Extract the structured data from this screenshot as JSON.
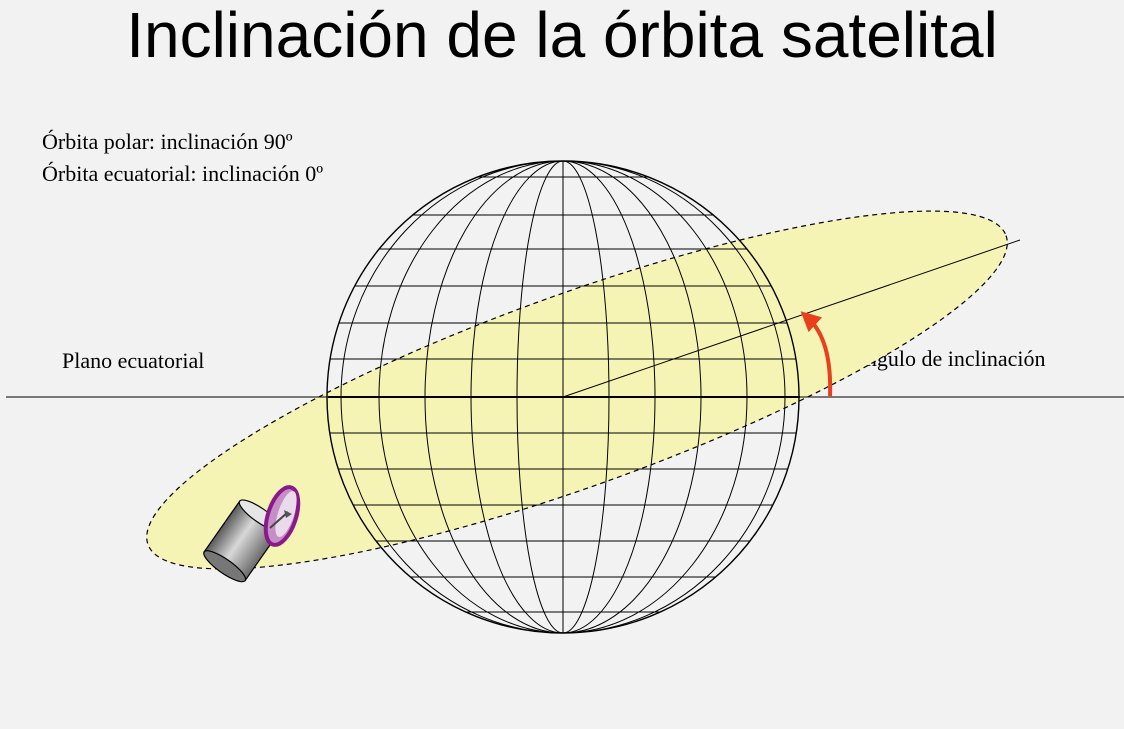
{
  "title": "Inclinación de la órbita satelital",
  "notes": {
    "polar": "Órbita polar: inclinación 90º",
    "equatorial": "Órbita ecuatorial: inclinación 0º"
  },
  "labels": {
    "equatorial_plane": "Plano ecuatorial",
    "inclination_angle": "Ángulo de inclinación"
  },
  "colors": {
    "background": "#f2f2f2",
    "orbit_fill": "#f6f4b4",
    "arrow": "#e8401c",
    "dish_rim": "#8a1a8a",
    "dish_face": "#c68ec6"
  }
}
